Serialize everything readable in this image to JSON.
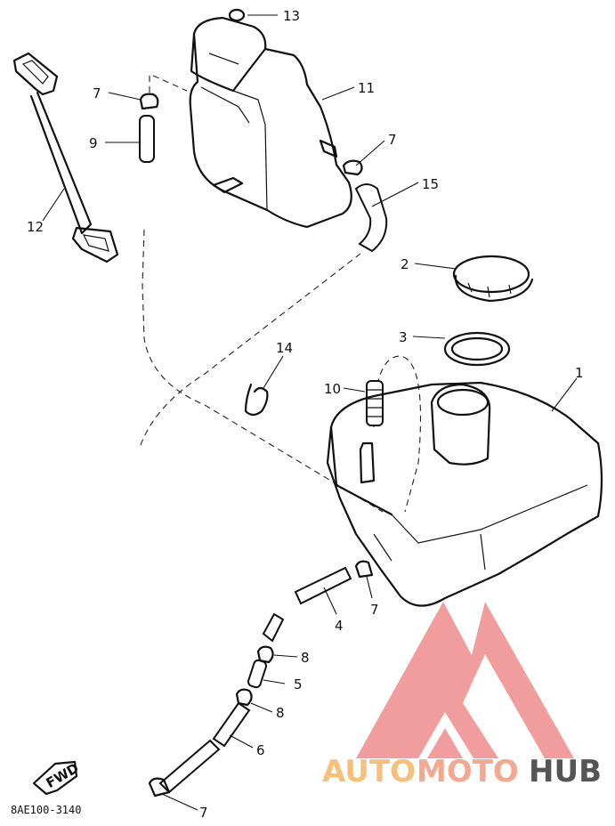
{
  "diagram": {
    "code": "8AE100-3140",
    "fwd_label": "FWD",
    "callouts": [
      {
        "id": "c13",
        "text": "13"
      },
      {
        "id": "c11",
        "text": "11"
      },
      {
        "id": "c7a",
        "text": "7"
      },
      {
        "id": "c9",
        "text": "9"
      },
      {
        "id": "c7b",
        "text": "7"
      },
      {
        "id": "c15",
        "text": "15"
      },
      {
        "id": "c12",
        "text": "12"
      },
      {
        "id": "c2",
        "text": "2"
      },
      {
        "id": "c3",
        "text": "3"
      },
      {
        "id": "c14",
        "text": "14"
      },
      {
        "id": "c10",
        "text": "10"
      },
      {
        "id": "c1",
        "text": "1"
      },
      {
        "id": "c4",
        "text": "4"
      },
      {
        "id": "c7c",
        "text": "7"
      },
      {
        "id": "c8a",
        "text": "8"
      },
      {
        "id": "c5",
        "text": "5"
      },
      {
        "id": "c8b",
        "text": "8"
      },
      {
        "id": "c6",
        "text": "6"
      },
      {
        "id": "c7d",
        "text": "7"
      }
    ]
  },
  "watermark": {
    "auto": "AUTO",
    "moto": "MOTO",
    "hub": "HUB",
    "colors": {
      "auto": "#f6c07a",
      "moto": "#f2a98f",
      "hub": "#555555",
      "logo": "#f08c8c"
    }
  }
}
